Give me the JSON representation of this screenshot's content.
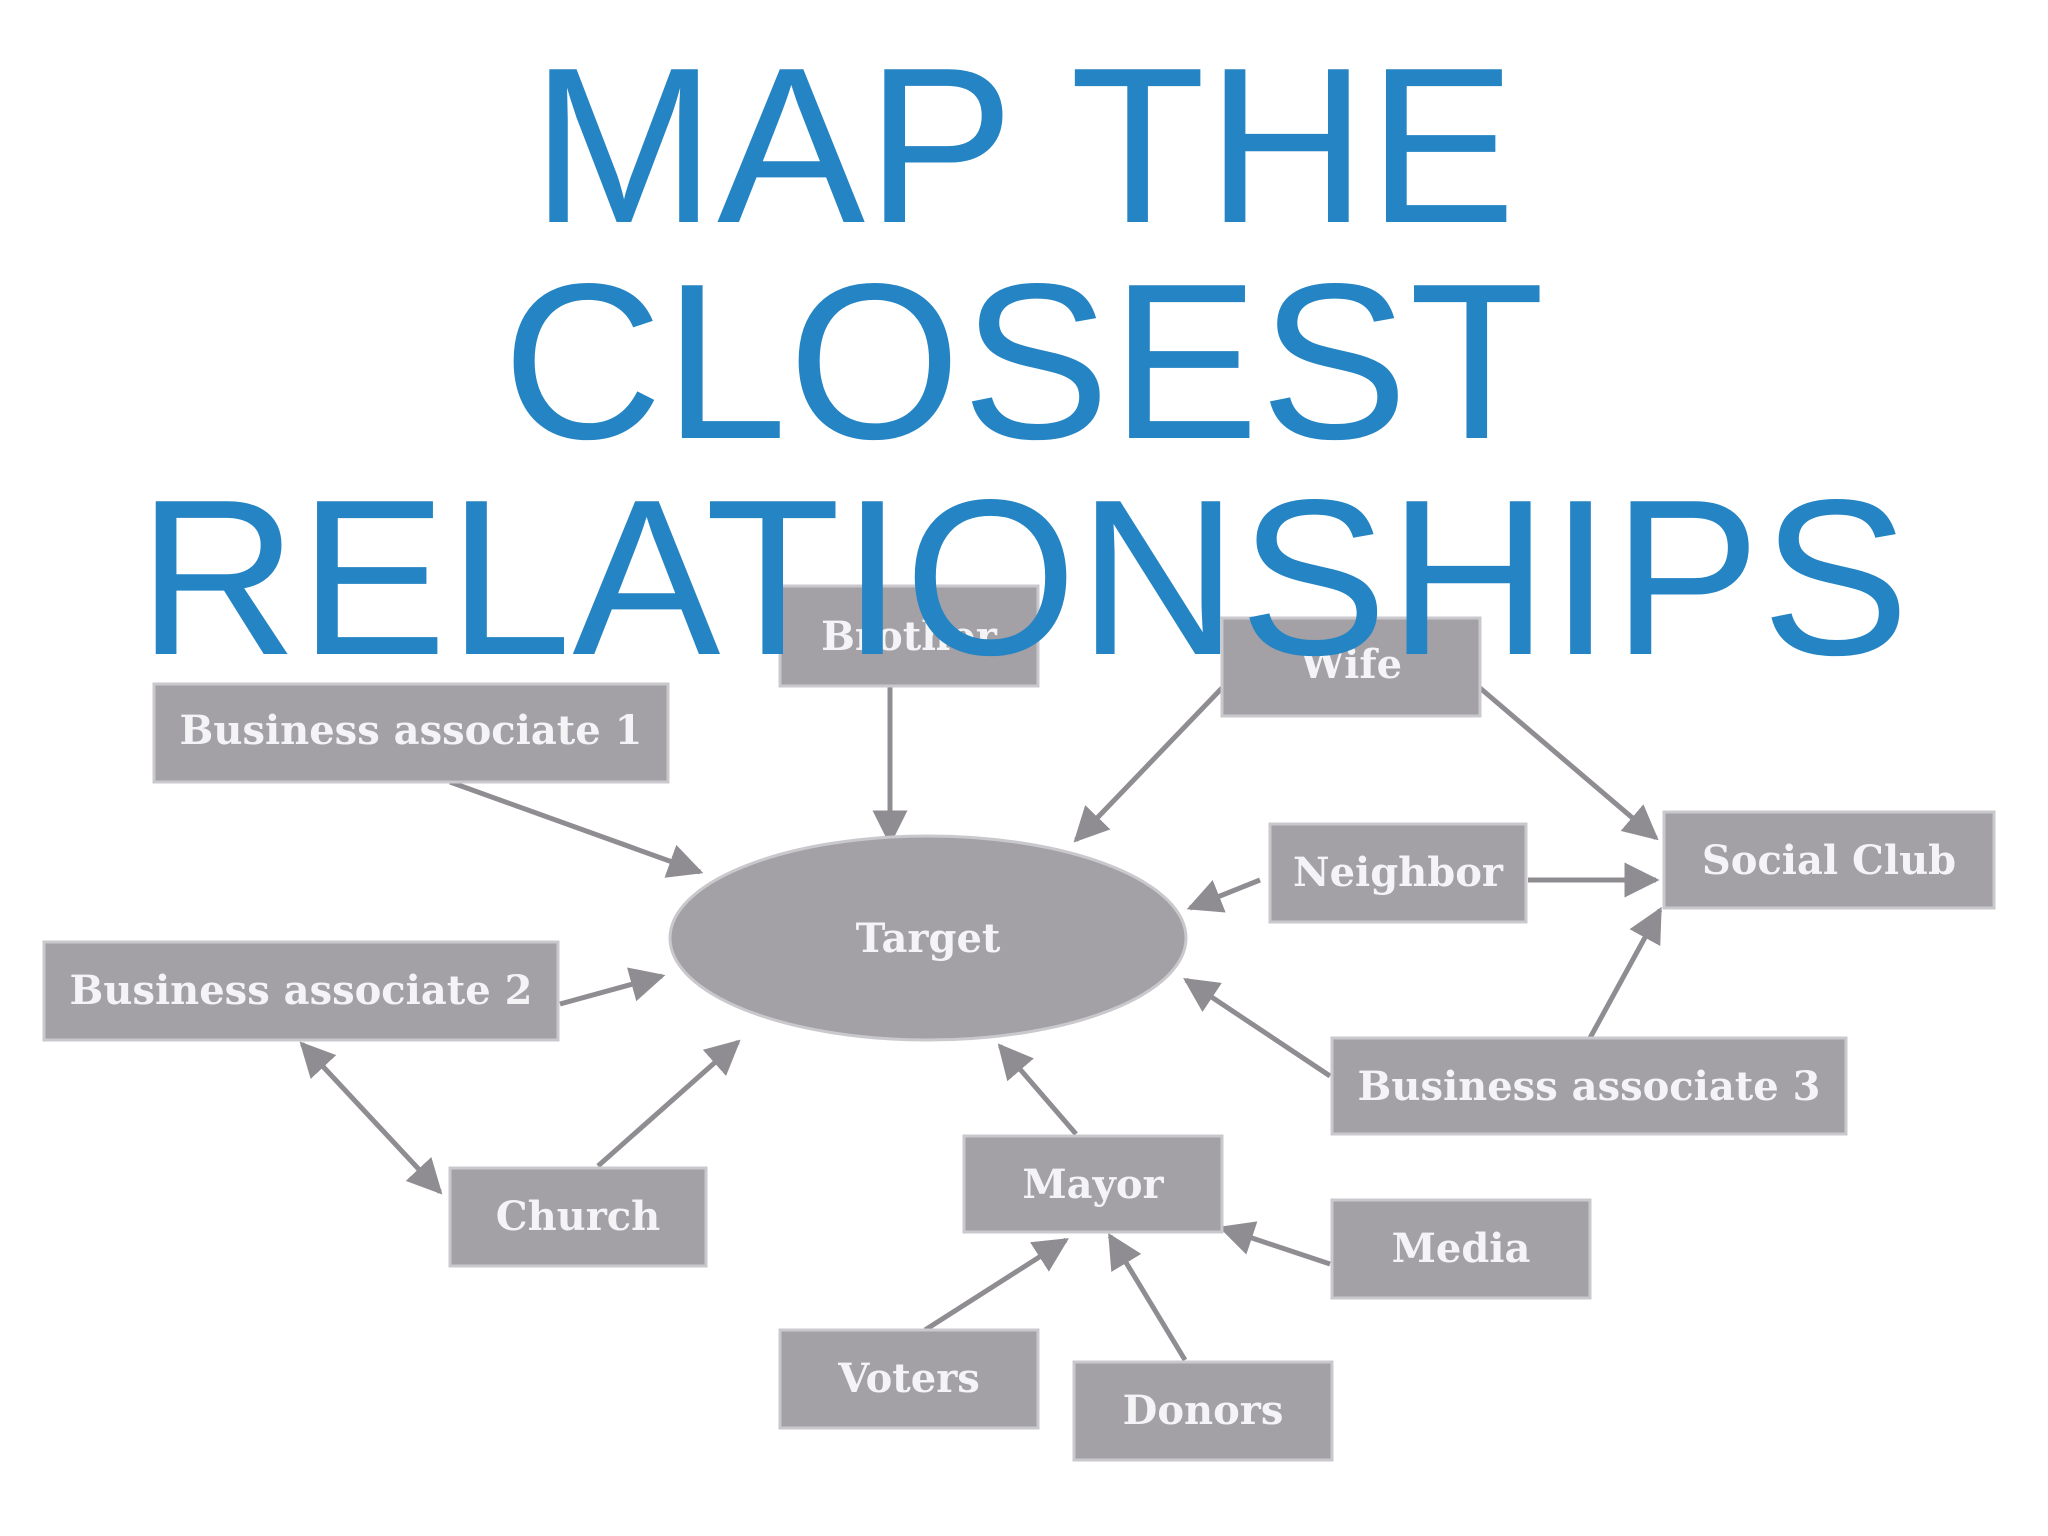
{
  "title": {
    "line1": "MAP THE",
    "line2": "CLOSEST",
    "line3": "RELATIONSHIPS"
  },
  "colors": {
    "title": "#2584c3",
    "node_fill": "#a3a1a6",
    "node_text": "#f4f4f6",
    "edge": "#8f8d92"
  },
  "diagram": {
    "nodes": {
      "target": "Target",
      "brother": "Brother",
      "wife": "Wife",
      "business_associate_1": "Business associate 1",
      "business_associate_2": "Business associate 2",
      "business_associate_3": "Business associate 3",
      "neighbor": "Neighbor",
      "social_club": "Social Club",
      "church": "Church",
      "mayor": "Mayor",
      "media": "Media",
      "voters": "Voters",
      "donors": "Donors"
    },
    "edges": [
      {
        "from": "brother",
        "to": "target",
        "direction": "forward"
      },
      {
        "from": "wife",
        "to": "target",
        "direction": "forward"
      },
      {
        "from": "wife",
        "to": "social_club",
        "direction": "forward"
      },
      {
        "from": "business_associate_1",
        "to": "target",
        "direction": "forward"
      },
      {
        "from": "business_associate_2",
        "to": "target",
        "direction": "forward"
      },
      {
        "from": "business_associate_2",
        "to": "church",
        "direction": "both"
      },
      {
        "from": "church",
        "to": "target",
        "direction": "forward"
      },
      {
        "from": "neighbor",
        "to": "target",
        "direction": "forward"
      },
      {
        "from": "neighbor",
        "to": "social_club",
        "direction": "forward"
      },
      {
        "from": "business_associate_3",
        "to": "target",
        "direction": "forward"
      },
      {
        "from": "business_associate_3",
        "to": "social_club",
        "direction": "forward"
      },
      {
        "from": "mayor",
        "to": "target",
        "direction": "forward"
      },
      {
        "from": "media",
        "to": "mayor",
        "direction": "forward"
      },
      {
        "from": "voters",
        "to": "mayor",
        "direction": "forward"
      },
      {
        "from": "donors",
        "to": "mayor",
        "direction": "forward"
      }
    ]
  }
}
